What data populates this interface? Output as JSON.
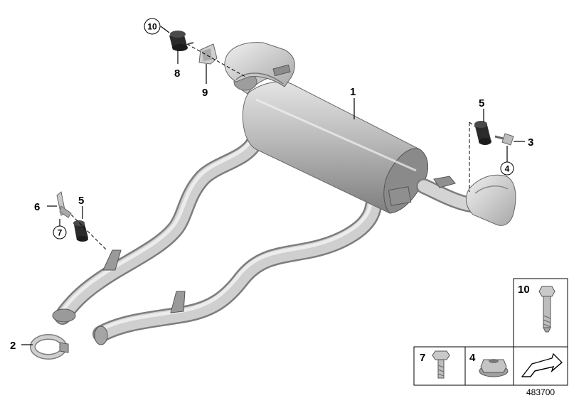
{
  "callouts": {
    "c1": "1",
    "c2": "2",
    "c3": "3",
    "c4": "4",
    "c5_right": "5",
    "c5_left": "5",
    "c6": "6",
    "c7": "7",
    "c8": "8",
    "c9": "9",
    "c10": "10"
  },
  "legend": {
    "bolt_long": "10",
    "bolt_short": "7",
    "nut": "4"
  },
  "document_number": "483700",
  "colors": {
    "part_light": "#d9d9d9",
    "part_mid": "#b0b0b0",
    "part_dark": "#7d7d7d",
    "rubber": "#2b2b2b",
    "line": "#000000"
  }
}
